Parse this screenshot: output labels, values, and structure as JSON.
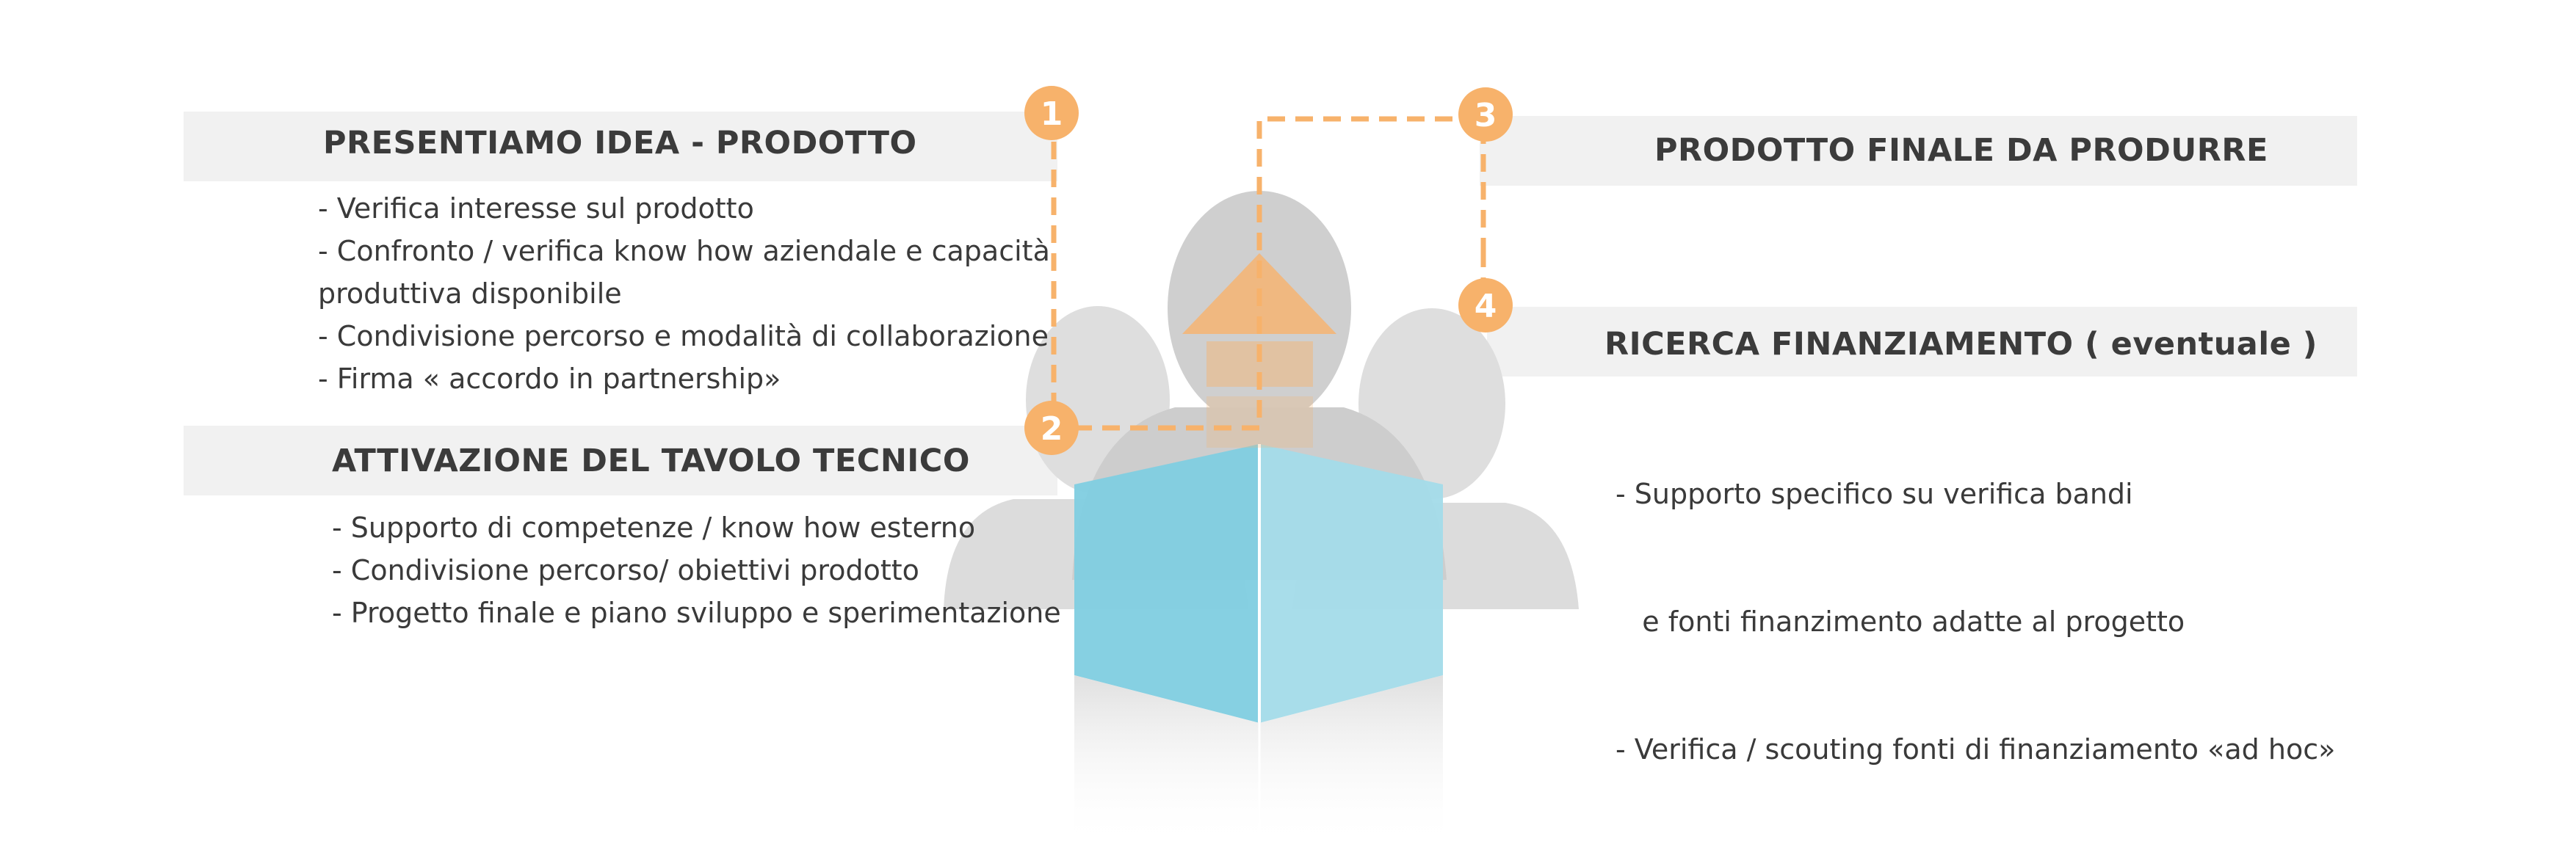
{
  "sections": [
    {
      "number": "1",
      "title": "PRESENTIAMO IDEA - PRODOTTO",
      "lines": [
        "- Verifica interesse sul prodotto",
        "- Confronto / verifica  know how aziendale e capacità",
        "produttiva disponibile",
        "- Condivisione  percorso e modalità di collaborazione",
        "- Firma « accordo in partnership»"
      ]
    },
    {
      "number": "2",
      "title": "ATTIVAZIONE DEL TAVOLO TECNICO",
      "lines": [
        "- Supporto di competenze / know how esterno",
        "- Condivisione percorso/ obiettivi prodotto",
        "- Progetto finale e piano sviluppo e sperimentazione"
      ]
    },
    {
      "number": "3",
      "title": "PRODOTTO FINALE DA PRODURRE",
      "lines": []
    },
    {
      "number": "4",
      "title": "RICERCA FINANZIAMENTO ( eventuale )",
      "lines": [
        "- Supporto specifico su verifica bandi",
        "   e fonti finanzimento adatte al progetto",
        "- Verifica / scouting fonti di finanziamento «ad hoc»"
      ]
    }
  ],
  "colors": {
    "accent": "#f7b26b",
    "band": "#f1f1f1",
    "silhouette": "#d6d6d6",
    "cube_left": "#7fcde0",
    "cube_right": "#a3dbe9"
  }
}
